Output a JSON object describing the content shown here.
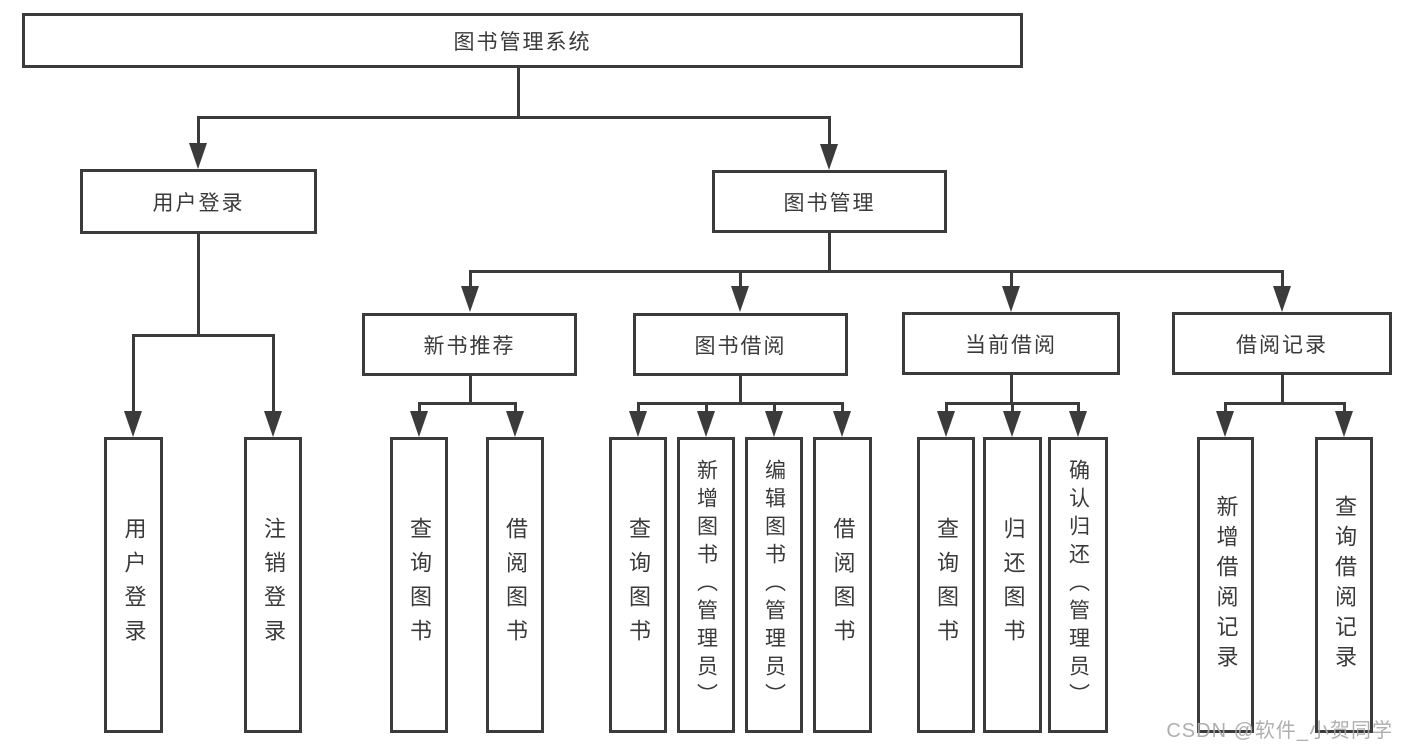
{
  "diagram": {
    "root": {
      "label": "图书管理系统"
    },
    "branches": [
      {
        "label": "用户登录",
        "children": [
          {
            "label": "用户登录"
          },
          {
            "label": "注销登录"
          }
        ]
      },
      {
        "label": "图书管理",
        "children": [
          {
            "label": "新书推荐",
            "children": [
              {
                "label": "查询图书"
              },
              {
                "label": "借阅图书"
              }
            ]
          },
          {
            "label": "图书借阅",
            "children": [
              {
                "label": "查询图书"
              },
              {
                "label": "新增图书（管理员）"
              },
              {
                "label": "编辑图书（管理员）"
              },
              {
                "label": "借阅图书"
              }
            ]
          },
          {
            "label": "当前借阅",
            "children": [
              {
                "label": "查询图书"
              },
              {
                "label": "归还图书"
              },
              {
                "label": "确认归还（管理员）"
              }
            ]
          },
          {
            "label": "借阅记录",
            "children": [
              {
                "label": "新增借阅记录"
              },
              {
                "label": "查询借阅记录"
              }
            ]
          }
        ]
      }
    ]
  },
  "watermark": {
    "text": "CSDN @软件_小贺同学"
  },
  "colors": {
    "line": "#3b3b3b",
    "text": "#3a3a3a",
    "background": "#ffffff",
    "watermark": "#a8a8a8"
  }
}
